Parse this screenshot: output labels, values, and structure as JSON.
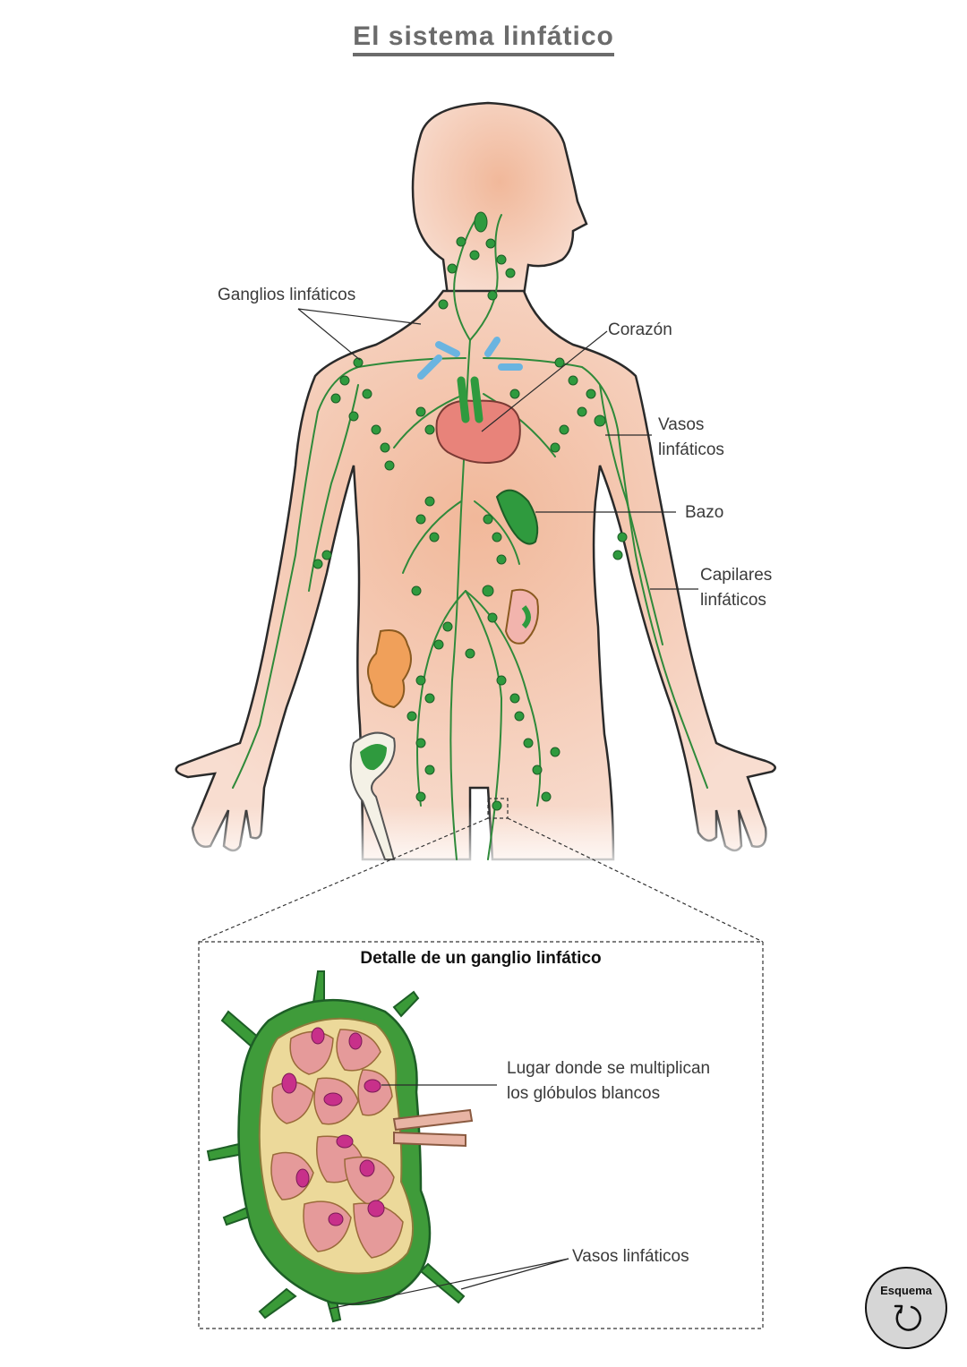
{
  "title": "El sistema linfático",
  "labels": {
    "ganglios": "Ganglios linfáticos",
    "corazon": "Corazón",
    "vasos_line1": "Vasos",
    "vasos_line2": "linfáticos",
    "bazo": "Bazo",
    "capilares_line1": "Capilares",
    "capilares_line2": "linfáticos"
  },
  "detail": {
    "title": "Detalle de un ganglio linfático",
    "lugar_line1": "Lugar donde se multiplican",
    "lugar_line2": "los glóbulos blancos",
    "vasos": "Vasos linfáticos"
  },
  "esquema_button": {
    "label": "Esquema",
    "icon": "rotate-left-icon"
  },
  "colors": {
    "skin": "#f2c9b0",
    "lymph_green": "#2f9a3e",
    "heart": "#e8837a",
    "vein_blue": "#6ab4e0"
  }
}
